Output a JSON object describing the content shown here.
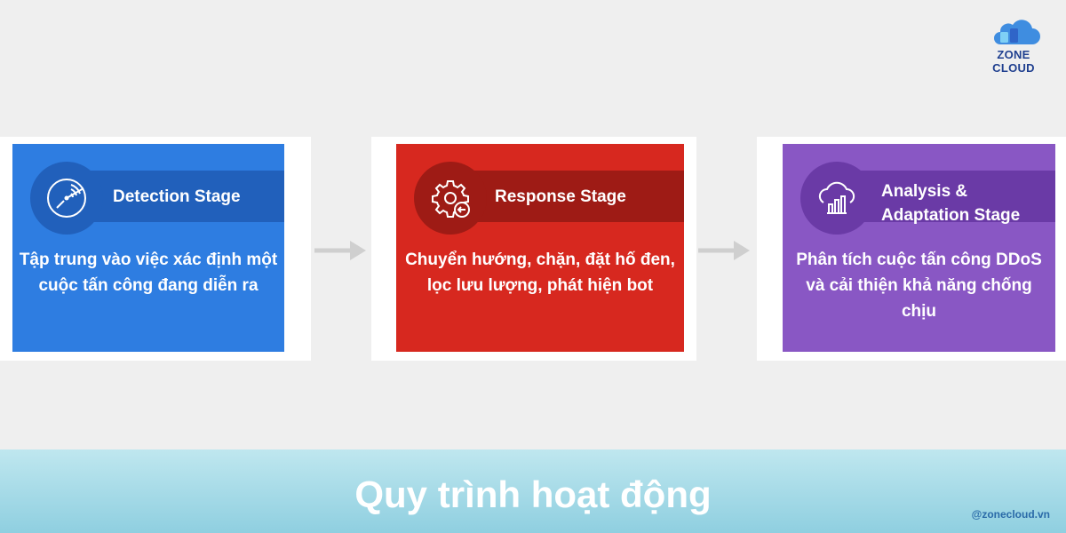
{
  "brand": {
    "logo_text": "ZONE CLOUD",
    "handle": "@zonecloud.vn"
  },
  "colors": {
    "detection": "#2e7de1",
    "response": "#d7281f",
    "analysis": "#8957c4",
    "arrow": "#cfcfcf",
    "footer_text": "#ffffff"
  },
  "stages": [
    {
      "title": "Detection Stage",
      "icon": "radar-icon",
      "description": "Tập trung vào việc xác định một cuộc tấn công đang diễn ra"
    },
    {
      "title": "Response Stage",
      "icon": "gear-arrow-icon",
      "description": "Chuyển hướng, chặn, đặt hố đen, lọc lưu lượng, phát hiện bot"
    },
    {
      "title_line1": "Analysis &",
      "title_line2": "Adaptation Stage",
      "icon": "cloud-chart-icon",
      "description": "Phân tích cuộc tấn công DDoS và cải thiện khả năng chống chịu"
    }
  ],
  "footer": {
    "title": "Quy trình hoạt động"
  }
}
